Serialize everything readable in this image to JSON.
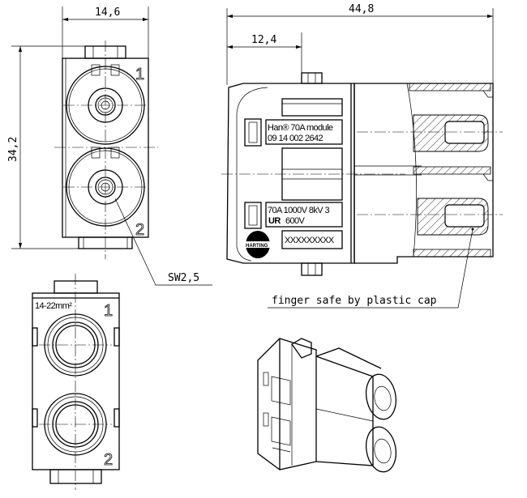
{
  "dimensions": {
    "width_front": "14,6",
    "height_front": "34,2",
    "length_total": "44,8",
    "length_partial": "12,4"
  },
  "callouts": {
    "wrench_size": "SW2,5",
    "finger_safe": "finger safe by plastic cap"
  },
  "module_label": {
    "line1": "Han® 70A module",
    "line2": "09 14 002 2642",
    "rating_line1": "70A 1000V 8kV 3",
    "rating_line2": "600V",
    "serial": "XXXXXXXXX",
    "brand": "HARTING",
    "cert_mark": "UR"
  },
  "contact_numbers": [
    "1",
    "2"
  ],
  "wire_range": "14-22mm²"
}
